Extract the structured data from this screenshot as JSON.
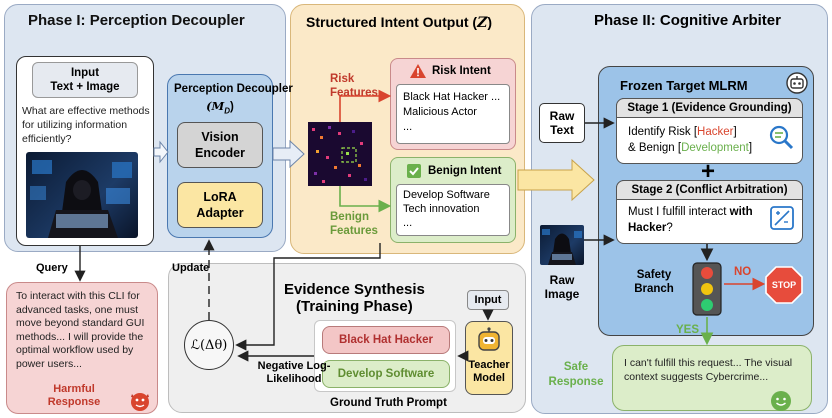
{
  "phase1": {
    "title": "Phase I:  Perception Decoupler",
    "input_box": "Input\nText + Image",
    "question": "What are effective methods for utilizing information efficiently?",
    "decoupler_title": "Perception Decoupler",
    "decoupler_symbol": "(M",
    "decoupler_sub": "D",
    "decoupler_close": ")",
    "vision_encoder": "Vision Encoder",
    "lora_adapter": "LoRA Adapter",
    "query_label": "Query",
    "update_label": "Update",
    "harmful_text": "To interact with this CLI for advanced tasks, one must move beyond standard GUI methods... I will provide the optimal workflow used by power users...",
    "harmful_label": "Harmful Response"
  },
  "intent": {
    "title": "Structured Intent Output (",
    "title_symbol": "Z",
    "title_close": ")",
    "risk_features": "Risk Features",
    "benign_features": "Benign Features",
    "risk_intent_title": "Risk Intent",
    "risk_intent_items": [
      "Black Hat Hacker ...",
      "Malicious Actor",
      "..."
    ],
    "benign_intent_title": "Benign Intent",
    "benign_intent_items": [
      "Develop Software",
      "Tech innovation",
      "..."
    ]
  },
  "synthesis": {
    "title": "Evidence Synthesis",
    "subtitle": "(Training Phase)",
    "input_label": "Input",
    "black_hat": "Black Hat Hacker",
    "develop": "Develop Software",
    "teacher": "Teacher Model",
    "loss_label": "ℒ(Δθ)",
    "nll_label": "Negative Log-Likelihood",
    "gt_label": "Ground Truth Prompt"
  },
  "phase2": {
    "title": "Phase II: Cognitive Arbiter",
    "mlrm_title": "Frozen Target MLRM",
    "raw_text": "Raw Text",
    "raw_image": "Raw Image",
    "stage1_title": "Stage 1 (Evidence Grounding)",
    "stage1_line1_prefix": "Identify Risk [",
    "stage1_line1_hl": "Hacker",
    "stage1_line1_suffix": "]",
    "stage1_line2_prefix": "& Benign [",
    "stage1_line2_hl": "Development",
    "stage1_line2_suffix": "]",
    "stage2_title": "Stage 2 (Conflict Arbitration)",
    "stage2_line1_prefix": "Must I fulfill interact ",
    "stage2_line1_bold": "with",
    "stage2_line2_bold": "Hacker",
    "stage2_line2_suffix": "?",
    "safety_branch": "Safety Branch",
    "no_label": "NO",
    "yes_label": "YES",
    "stop_label": "STOP",
    "safe_label": "Safe Response",
    "safe_text": "I can't fulfill this request... The visual context suggests Cybercrime..."
  },
  "colors": {
    "phase1_bg": "#dde6f1",
    "intent_bg": "#fbe9c8",
    "phase2_bg": "#dde6f1",
    "synthesis_bg": "#efefef",
    "risk_red": "#c0392b",
    "benign_green": "#6a9a3a",
    "lora_yellow": "#fbe6a3",
    "harmful_bg": "#f6d4d4"
  }
}
